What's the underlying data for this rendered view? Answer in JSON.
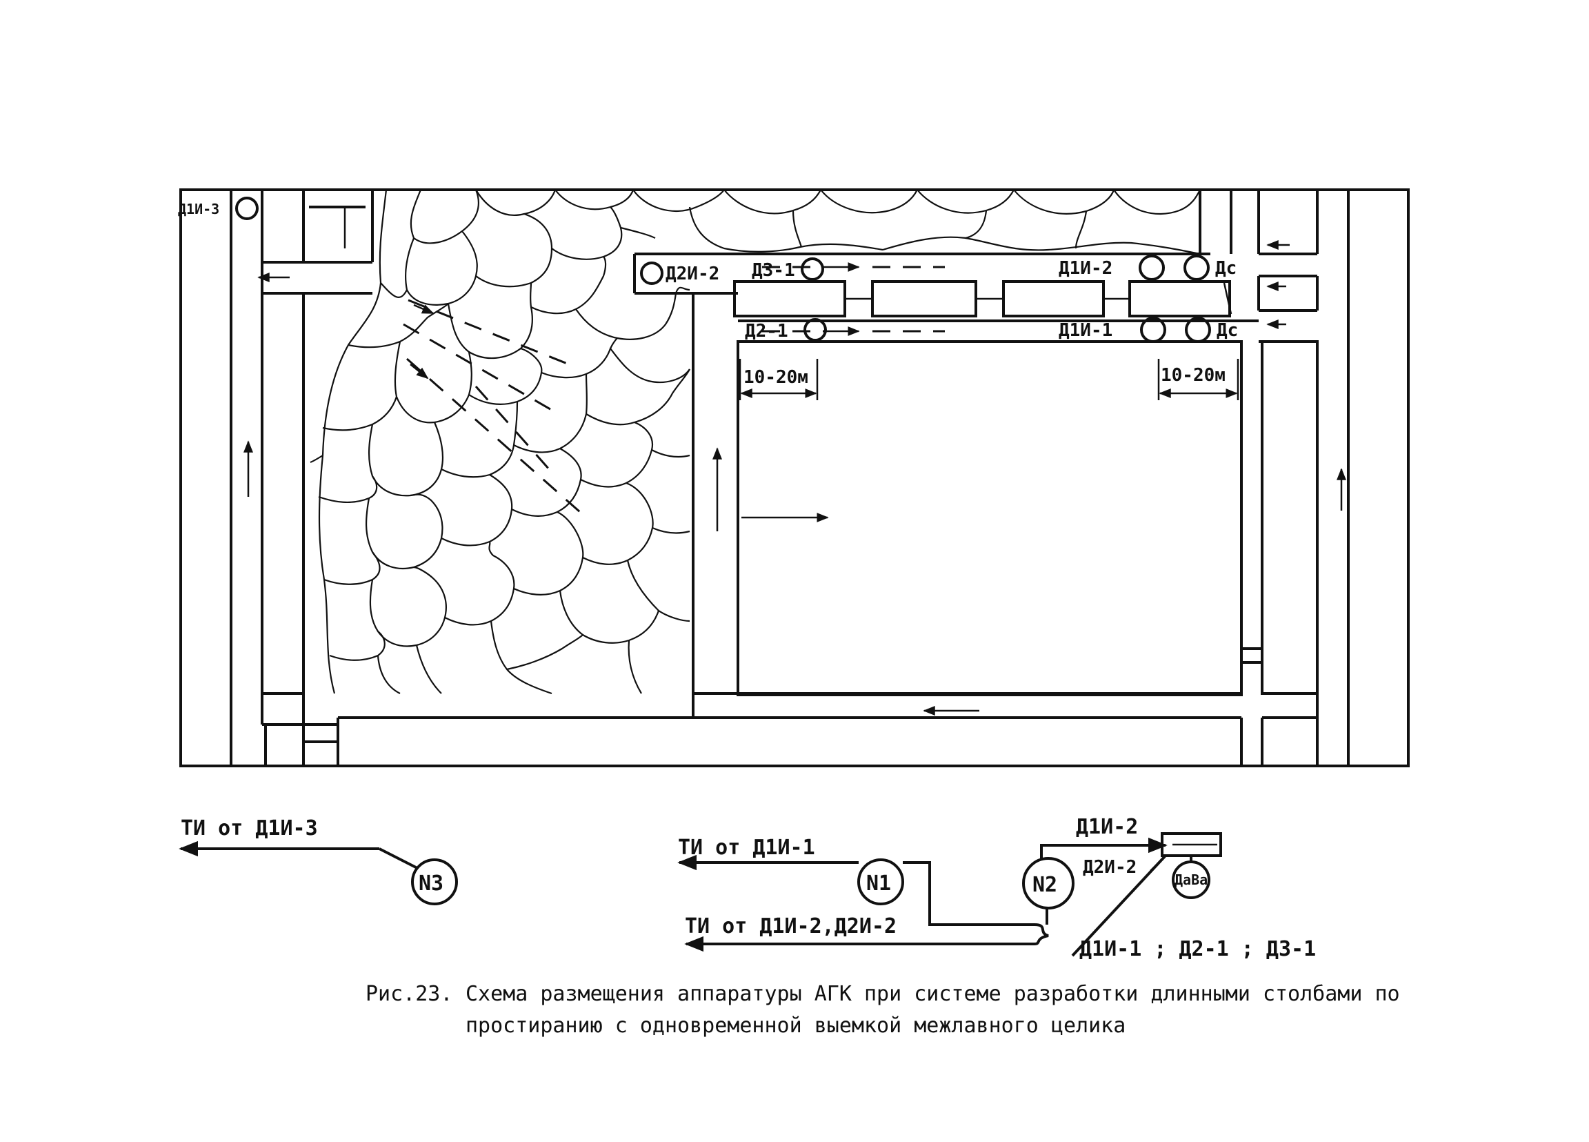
{
  "sensors": {
    "d1i3": "Д1И-3",
    "d2i2": "Д2И-2",
    "d3_1": "Д3-1",
    "d2_1": "Д2-1",
    "d1i2": "Д1И-2",
    "d1i1": "Д1И-1",
    "ds_top": "Дс",
    "ds_bottom": "Дс"
  },
  "dimensions": {
    "left": "10-20м",
    "right": "10-20м"
  },
  "schematic": {
    "ti_d1i3": "ТИ от Д1И-3",
    "ti_d1i1": "ТИ от Д1И-1",
    "ti_d1i2_d2i2": "ТИ от Д1И-2,Д2И-2",
    "node_n3": "N3",
    "node_n1": "N1",
    "node_n2": "N2",
    "in_d1i2": "Д1И-2",
    "in_d2i2": "Д2И-2",
    "siren": "ДаВа",
    "bottom_inputs": "Д1И-1 ; Д2-1 ; Д3-1"
  },
  "caption": {
    "number": "Рис.23.",
    "text": "Схема размещения аппаратуры АГК при системе разработки длинными столбами по простиранию с одновременной выемкой межлавного целика"
  }
}
